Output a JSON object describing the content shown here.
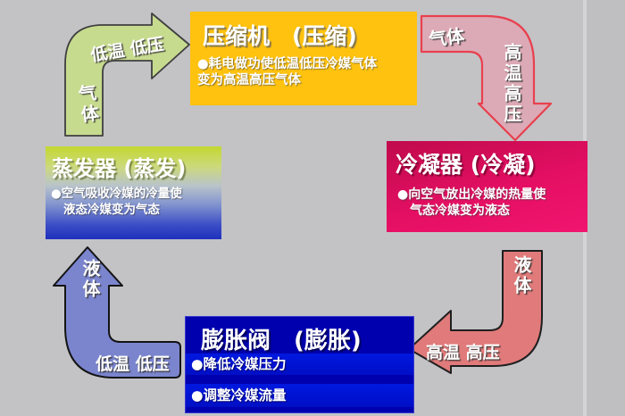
{
  "slide": {
    "background_color": "#c3c3c6",
    "right_margin_color": "#bfbfc1"
  },
  "boxes": {
    "compressor": {
      "title": "压缩机　(压缩)",
      "body_line1": "●耗电做功使低温低压冷媒气体",
      "body_line2": "变为高温高压气体",
      "color": "#ffc20e"
    },
    "condenser": {
      "title": "冷凝器 (冷凝)",
      "body_line1": "●向空气放出冷媒的热量使",
      "body_line2": "气态冷媒变为液态",
      "color_top": "#c00a4c",
      "color_bottom": "#f1156f"
    },
    "evaporator": {
      "title": "蒸发器 (蒸发)",
      "body_line1": "●空气吸收冷媒的冷量使",
      "body_line2": "液态冷媒变为气态",
      "color_top": "#c3d831",
      "color_bottom": "#1f30bc"
    },
    "expansion_valve": {
      "title": "膨胀阀　(膨胀)",
      "bullet1": "●降低冷媒压力",
      "bullet2": "●调整冷媒流量",
      "color": "#0000ae",
      "band_color": "#0013d6"
    }
  },
  "arrows": {
    "evaporator_to_compressor": {
      "state_label": "气体",
      "condition_label": "低温 低压",
      "fill": "#c7db8f",
      "outline": "#3f3f3f"
    },
    "compressor_to_condenser": {
      "state_label": "气体",
      "condition_label": "高温高压",
      "fill": "#dcaab6",
      "outline": "#e8404e"
    },
    "condenser_to_expansion": {
      "state_label": "液体",
      "condition_label": "高温 高压",
      "fill": "#e17a7a",
      "outline": "#1f1f1f"
    },
    "expansion_to_evaporator": {
      "state_label": "液体",
      "condition_label": "低温 低压",
      "fill": "#7b85ce",
      "outline": "#141414"
    }
  }
}
